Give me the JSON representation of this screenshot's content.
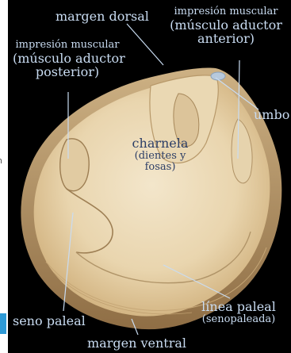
{
  "colors": {
    "label": "#c9dcf2",
    "label_dark": "#2c3e66",
    "background": "#000000",
    "shell_light": "#efdfc2",
    "shell_mid": "#d8bf92",
    "shell_dark": "#a88758",
    "tab": "#2e9ad6"
  },
  "labels": {
    "margen_dorsal": "margen dorsal",
    "impresion_anterior_1": "impresión muscular",
    "impresion_anterior_2": "(músculo aductor",
    "impresion_anterior_3": "anterior)",
    "impresion_posterior_1": "impresión muscular",
    "impresion_posterior_2": "(músculo aductor",
    "impresion_posterior_3": "posterior)",
    "umbo": "umbo",
    "charnela_1": "charnela",
    "charnela_2": "(dientes y",
    "charnela_3": "fosas)",
    "seno_paleal": "seno paleal",
    "linea_paleal_1": "línea paleal",
    "linea_paleal_2": "(senopaleada)",
    "margen_ventral": "margen ventral",
    "stray_char": "n"
  }
}
